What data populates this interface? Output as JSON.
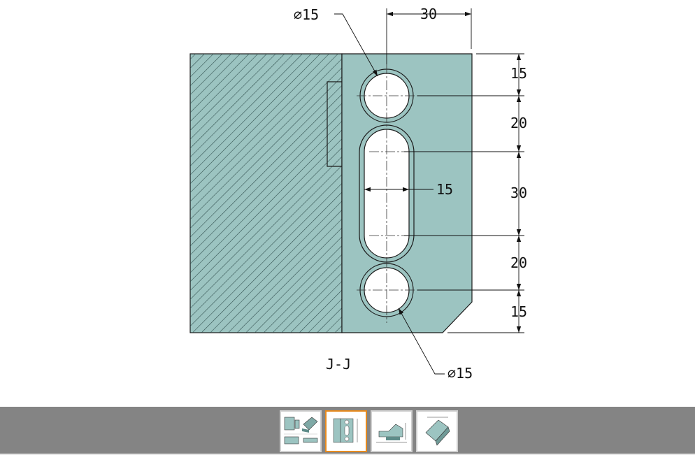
{
  "drawing": {
    "section_label": "J-J",
    "dimensions": {
      "top_hole_diameter": "∅15",
      "bottom_hole_diameter": "∅15",
      "horizontal_offset": "30",
      "slot_width": "15",
      "vertical": [
        "15",
        "20",
        "30",
        "20",
        "15"
      ]
    },
    "colors": {
      "part_fill": "#9cc4c1",
      "outline": "#1b1b1b",
      "hatch": "#2c4a49",
      "hole_fill": "#ffffff"
    }
  },
  "thumbnails": {
    "items": [
      {
        "icon": "assembly-views-thumbnail"
      },
      {
        "icon": "section-jj-thumbnail"
      },
      {
        "icon": "side-view-thumbnail"
      },
      {
        "icon": "isometric-part-thumbnail"
      }
    ],
    "active_index": 1,
    "active_color": "#e58a1f"
  }
}
